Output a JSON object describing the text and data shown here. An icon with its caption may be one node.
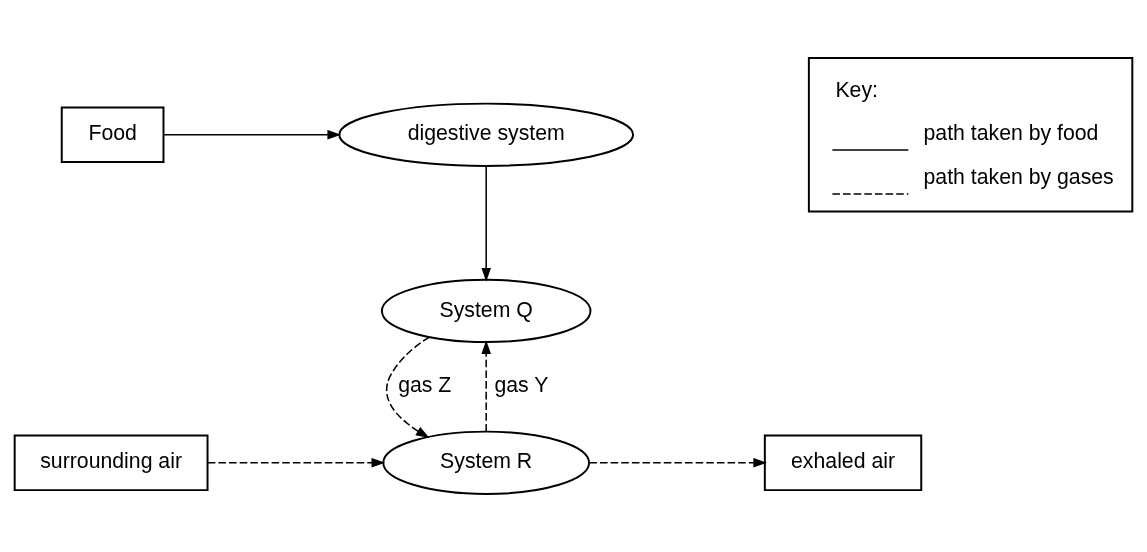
{
  "diagram": {
    "nodes": [
      {
        "text": [
          "Food"
        ]
      },
      {
        "text": [
          "digestive system"
        ]
      },
      {
        "text": [
          "System Q"
        ]
      },
      {
        "text": [
          "surrounding air"
        ]
      },
      {
        "text": [
          "System R"
        ]
      },
      {
        "text": [
          "exhaled air"
        ]
      }
    ],
    "edges": [
      {
        "from": 0,
        "to": 1,
        "arrow": "to"
      },
      {
        "from": 1,
        "to": 2,
        "arrow": "to"
      },
      {
        "from": 4,
        "to": 2,
        "arrow": "to",
        "label": "gas Y",
        "style": "dashed"
      },
      {
        "from": 2,
        "to": 4,
        "arrow": "to",
        "label": "gas Z",
        "style": "dashed"
      },
      {
        "from": 3,
        "to": 4,
        "arrow": "to",
        "style": "dashed"
      },
      {
        "from": 4,
        "to": 5,
        "arrow": "to",
        "style": "dashed"
      }
    ],
    "labels": [
      "Key:"
    ],
    "legend": [
      {
        "text": "path taken by food"
      },
      {
        "text": "path taken by gases"
      }
    ]
  }
}
